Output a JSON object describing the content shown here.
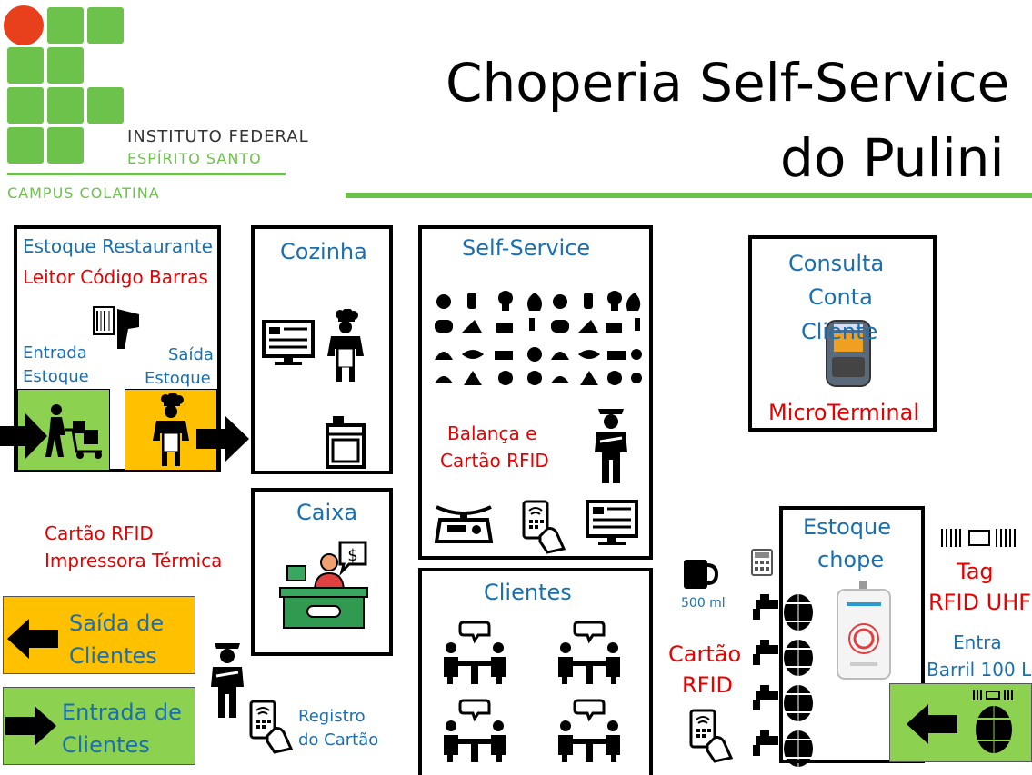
{
  "logo": {
    "line1": "INSTITUTO FEDERAL",
    "line2": "ESPÍRITO SANTO",
    "campus": "CAMPUS COLATINA",
    "colors": {
      "green": "#6cc24a",
      "red": "#e8401c"
    }
  },
  "title": {
    "line1": "Choperia Self-Service",
    "line2": "do Pulini"
  },
  "estoque_restaurante": {
    "title": "Estoque Restaurante",
    "device": "Leitor Código Barras",
    "entrada": [
      "Entrada",
      "Estoque"
    ],
    "saida": [
      "Saída",
      "Estoque"
    ],
    "icons": [
      "barcode-scanner-icon",
      "worker-cart-icon",
      "chef-icon"
    ]
  },
  "cozinha": {
    "title": "Cozinha",
    "icons": [
      "monitor-icon",
      "chef-icon",
      "stove-icon"
    ]
  },
  "caixa": {
    "title": "Caixa",
    "icons": [
      "cashier-icon"
    ]
  },
  "self_service": {
    "title": "Self-Service",
    "device": [
      "Balança e",
      "Cartão RFID"
    ],
    "icons": [
      "food-grid-icon",
      "guard-icon",
      "scale-icon",
      "rfid-card-icon",
      "monitor-icon"
    ]
  },
  "consulta": {
    "title": [
      "Consulta",
      "Conta",
      "Cliente"
    ],
    "device": "MicroTerminal"
  },
  "clientes": {
    "title": "Clientes",
    "icons": [
      "table-group-icon"
    ]
  },
  "caixa_devices": [
    "Cartão RFID",
    "Impressora Térmica"
  ],
  "saida_clientes": [
    "Saída de",
    "Clientes"
  ],
  "entrada_clientes": [
    "Entrada de",
    "Clientes"
  ],
  "registro": [
    "Registro",
    "do Cartão"
  ],
  "mug": "500 ml",
  "cartao_rfid": [
    "Cartão",
    "RFID"
  ],
  "estoque_chope": {
    "title": [
      "Estoque",
      "chope"
    ]
  },
  "tag": [
    "Tag",
    "RFID UHF"
  ],
  "entra_barril": [
    "Entra",
    "Barril 100 L"
  ]
}
